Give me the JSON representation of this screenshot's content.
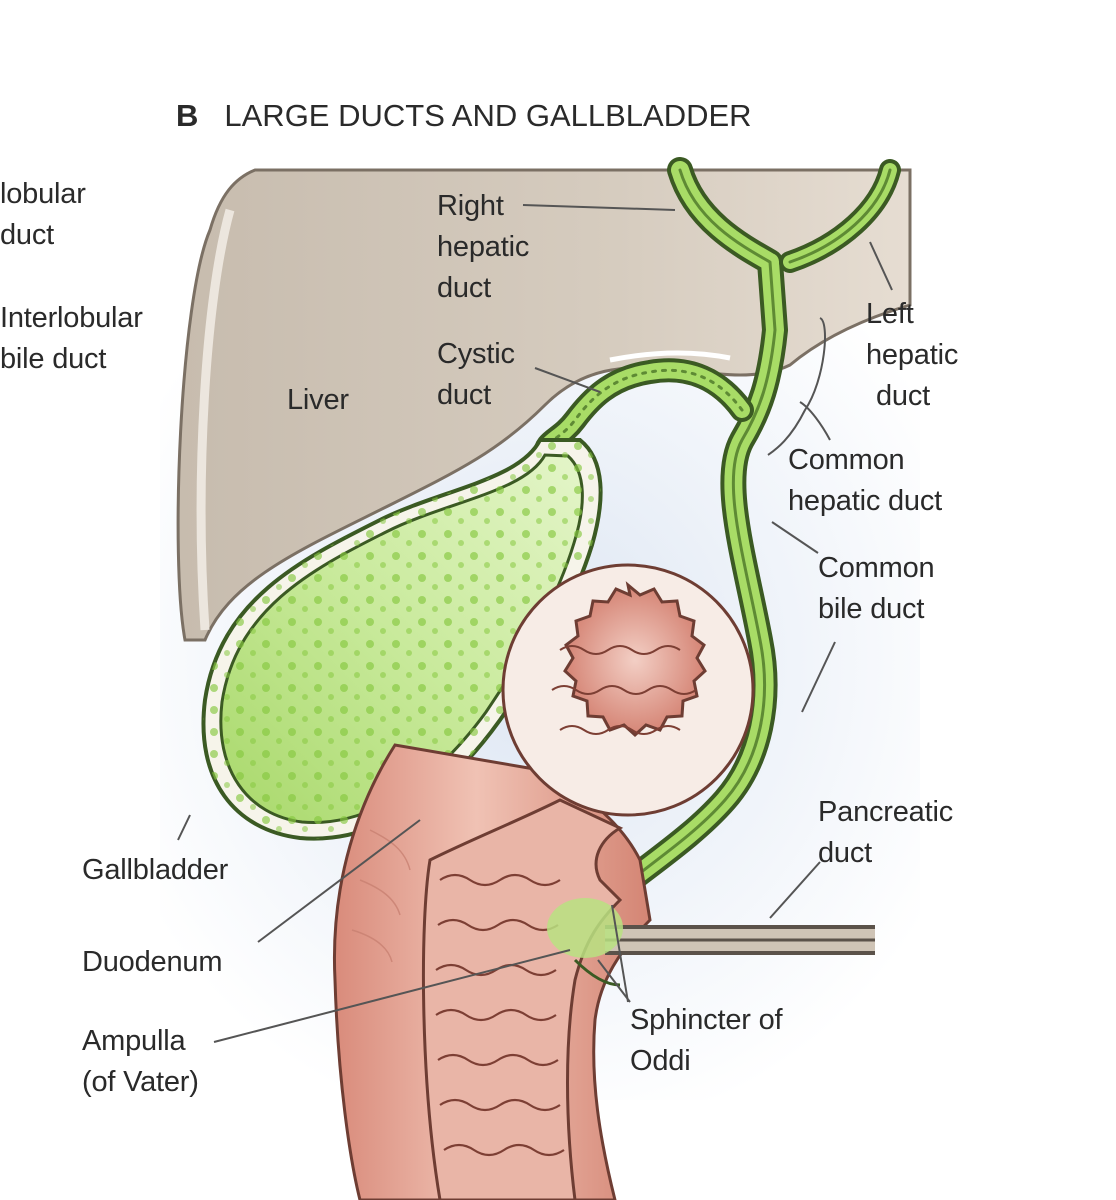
{
  "title": {
    "panel_letter": "B",
    "text": "LARGE DUCTS AND GALLBLADDER"
  },
  "labels": {
    "lobular_duct": [
      "lobular",
      "duct"
    ],
    "interlobular_bile_duct": [
      "Interlobular",
      "bile duct"
    ],
    "liver": [
      "Liver"
    ],
    "right_hepatic_duct": [
      "Right",
      "hepatic",
      "duct"
    ],
    "cystic_duct": [
      "Cystic",
      "duct"
    ],
    "left_hepatic_duct": [
      "Left",
      "hepatic",
      "duct"
    ],
    "common_hepatic_duct": [
      "Common",
      "hepatic duct"
    ],
    "common_bile_duct": [
      "Common",
      "bile duct"
    ],
    "pancreatic_duct": [
      "Pancreatic",
      "duct"
    ],
    "gallbladder": [
      "Gallbladder"
    ],
    "duodenum": [
      "Duodenum"
    ],
    "ampulla": [
      "Ampulla",
      "(of Vater)"
    ],
    "sphincter_of_oddi": [
      "Sphincter of",
      "Oddi"
    ]
  },
  "colors": {
    "liver": "#cfc4b6",
    "bile_green": "#9ed562",
    "duodenum": "#e2a092",
    "background_tint": "#dde6f3"
  }
}
